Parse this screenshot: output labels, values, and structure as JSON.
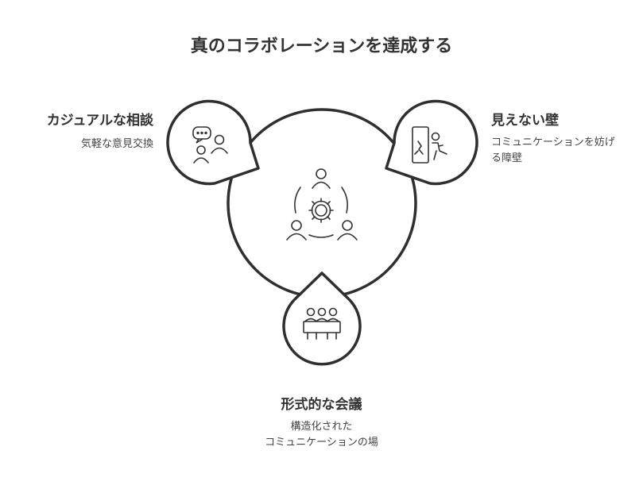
{
  "title": "真のコラボレーションを達成する",
  "center": {
    "icon": "team-collaboration-gear-icon"
  },
  "left": {
    "title": "カジュアルな相談",
    "description": "気軽な意見交換",
    "icon": "chat-people-icon"
  },
  "right": {
    "title": "見えない壁",
    "description": "コミュニケーションを妨げる障壁",
    "icon": "barrier-person-icon"
  },
  "bottom": {
    "title": "形式的な会議",
    "description_lines": [
      "構造化された",
      "コミュニケーションの場"
    ],
    "icon": "meeting-table-icon"
  }
}
